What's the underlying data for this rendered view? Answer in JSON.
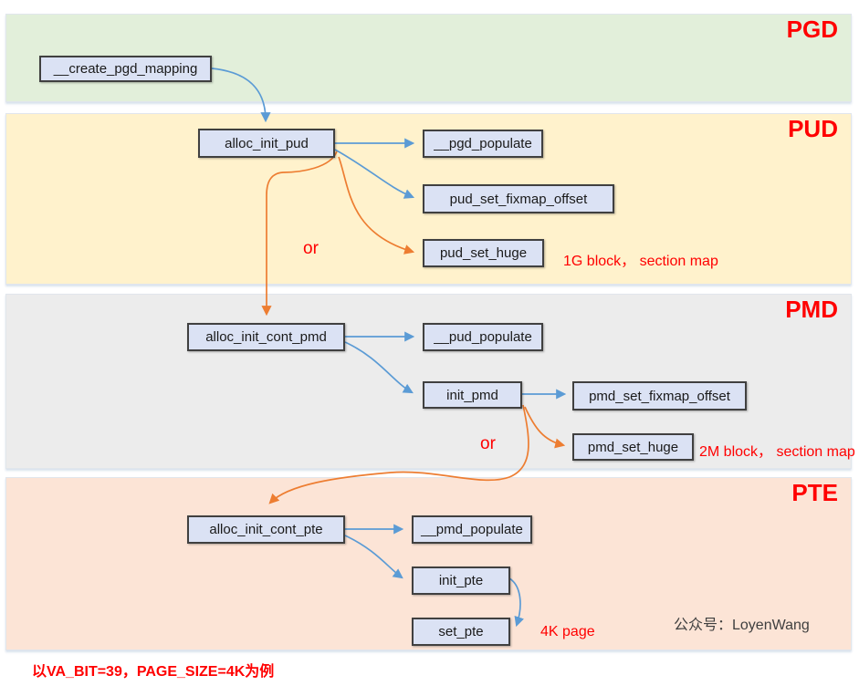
{
  "bands": [
    {
      "id": "pgd",
      "label": "PGD",
      "bg": "#e2efda"
    },
    {
      "id": "pud",
      "label": "PUD",
      "bg": "#fff2cc"
    },
    {
      "id": "pmd",
      "label": "PMD",
      "bg": "#ececec"
    },
    {
      "id": "pte",
      "label": "PTE",
      "bg": "#fce4d6"
    }
  ],
  "nodes": [
    {
      "label": "__create_pgd_mapping"
    },
    {
      "label": "alloc_init_pud"
    },
    {
      "label": "__pgd_populate"
    },
    {
      "label": "pud_set_fixmap_offset"
    },
    {
      "label": "pud_set_huge"
    },
    {
      "label": "alloc_init_cont_pmd"
    },
    {
      "label": "__pud_populate"
    },
    {
      "label": "init_pmd"
    },
    {
      "label": "pmd_set_fixmap_offset"
    },
    {
      "label": "pmd_set_huge"
    },
    {
      "label": "alloc_init_cont_pte"
    },
    {
      "label": "__pmd_populate"
    },
    {
      "label": "init_pte"
    },
    {
      "label": "set_pte"
    }
  ],
  "annotations": {
    "or_pud": "or",
    "or_pmd": "or",
    "note_1g": "1G block， section map",
    "note_2m": "2M block， section map",
    "note_4k": "4K page",
    "footer": "以VA_BIT=39，PAGE_SIZE=4K为例",
    "watermark": "公众号：LoyenWang"
  },
  "colors": {
    "blue_arrow": "#5b9bd5",
    "orange_arrow": "#ed7d31",
    "red_text": "#ff0000",
    "box_fill": "#dbe2f4",
    "box_border": "#404040"
  }
}
